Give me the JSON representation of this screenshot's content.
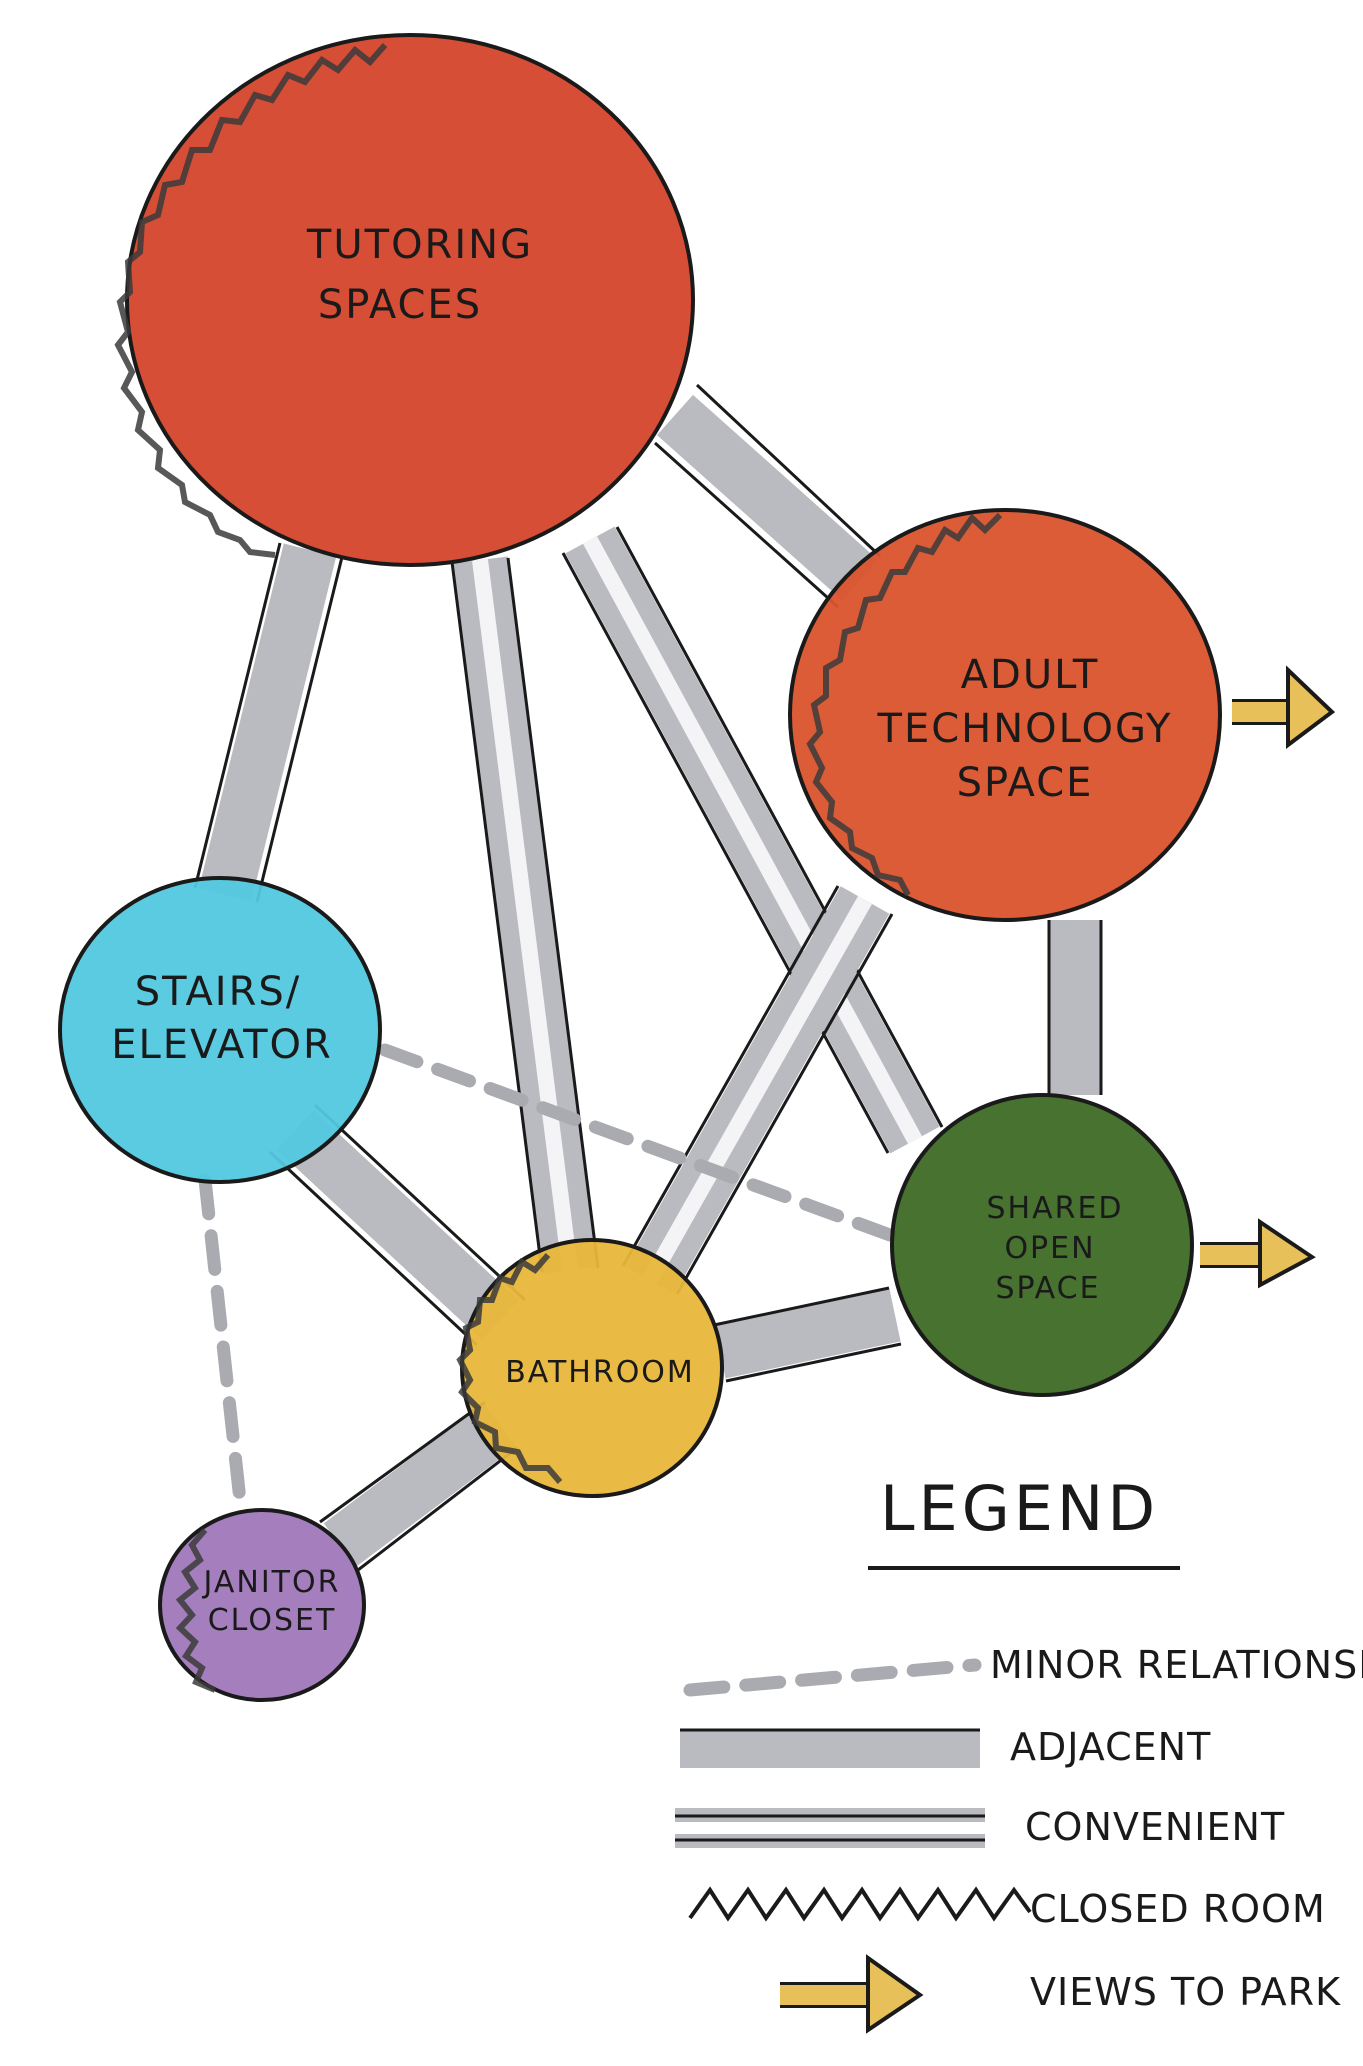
{
  "nodes": {
    "tutoring": {
      "line1": "TUTORING",
      "line2": "SPACES",
      "color": "#d4442a"
    },
    "adult_tech": {
      "line1": "ADULT",
      "line2": "TECHNOLOGY",
      "line3": "SPACE",
      "color": "#d9532c"
    },
    "stairs": {
      "line1": "STAIRS/",
      "line2": "ELEVATOR",
      "color": "#52c8df"
    },
    "shared": {
      "line1": "SHARED",
      "line2": "OPEN",
      "line3": "SPACE",
      "color": "#3e6a25"
    },
    "bathroom": {
      "line1": "BATHROOM",
      "color": "#e8b63a"
    },
    "janitor": {
      "line1": "JANITOR",
      "line2": "CLOSET",
      "color": "#a077bb"
    }
  },
  "colors": {
    "connector_gray": "#b9bbc0",
    "outline": "#1a1a1a",
    "arrow_fill": "#e8c05a",
    "zigzag": "#3b3b3b"
  },
  "legend": {
    "title": "LEGEND",
    "minor": "MINOR RELATIONSHIP",
    "adjacent": "ADJACENT",
    "convenient": "CONVENIENT",
    "closed_room": "CLOSED ROOM",
    "views_to_park": "VIEWS TO PARK"
  }
}
